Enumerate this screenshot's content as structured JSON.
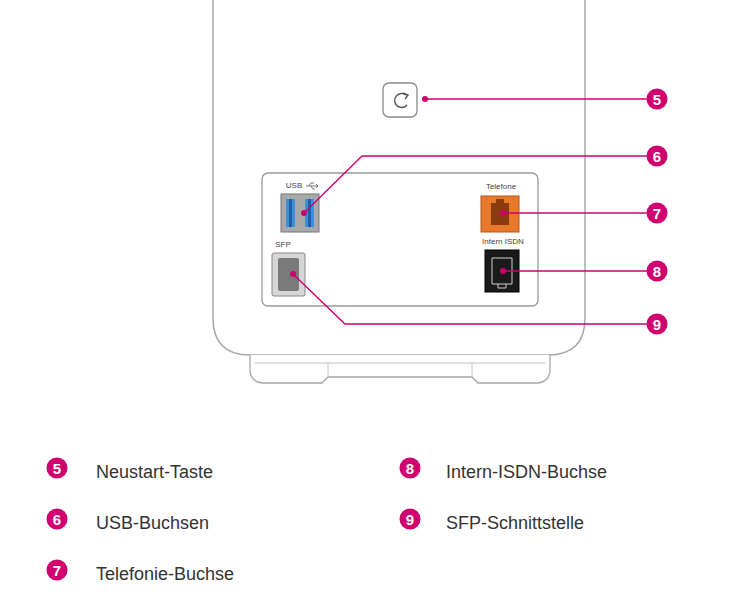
{
  "diagram": {
    "labels": [
      "5",
      "6",
      "7",
      "8",
      "9",
      "USB",
      "Telefone",
      "Intern ISDN",
      "SFP",
      "5",
      "Neustart-Taste",
      "8",
      "Intern-ISDN-Buchse",
      "6",
      "USB-Buchsen",
      "9",
      "SFP-Schnittstelle",
      "7",
      "Telefonie-Buchse"
    ]
  }
}
